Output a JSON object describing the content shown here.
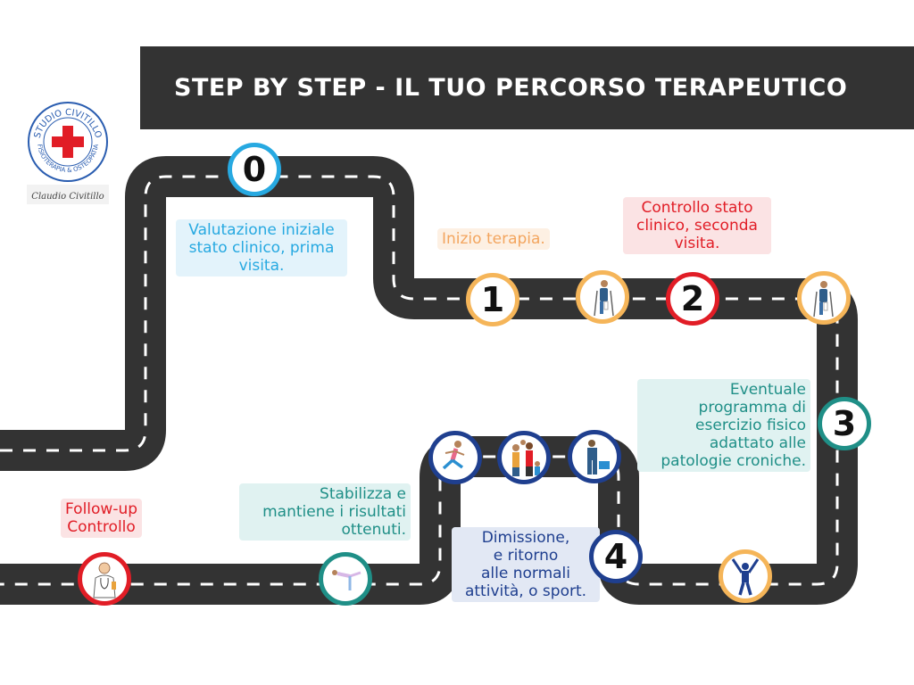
{
  "header": {
    "title": "STEP BY STEP - IL TUO PERCORSO TERAPEUTICO"
  },
  "logo": {
    "ring_text": "STUDIO CIVITILLO",
    "sub_text": "FISIOTERAPIA & OSTEOPATIA",
    "signature": "Claudio Civitillo"
  },
  "steps": [
    {
      "number": "0",
      "lines": [
        "Valutazione iniziale",
        "stato clinico, prima",
        "visita."
      ],
      "color": "#27a9e1"
    },
    {
      "number": "1",
      "lines": [
        "Inizio terapia."
      ],
      "color": "#f5b559"
    },
    {
      "number": "2",
      "lines": [
        "Controllo stato",
        "clinico, seconda",
        "visita."
      ],
      "color": "#e11d26"
    },
    {
      "number": "3",
      "lines": [
        "Eventuale",
        "programma di",
        "esercizio fisico",
        "adattato alle",
        "patologie croniche."
      ],
      "color": "#1f8f87"
    },
    {
      "number": "4",
      "lines": [
        "Dimissione,",
        "e ritorno",
        "alle normali",
        "attività, o sport."
      ],
      "color": "#1f3f8f"
    }
  ],
  "stabilize": {
    "lines": [
      "Stabilizza e",
      "mantiene i risultati",
      "ottenuti."
    ]
  },
  "followup": {
    "lines": [
      "Follow-up",
      "Controllo"
    ]
  },
  "icons": {
    "crutch1": "person-with-crutches-icon",
    "crutch2": "person-with-crutches-icon",
    "celebrate": "celebrating-person-icon",
    "runner": "running-woman-icon",
    "family": "family-icon",
    "worker": "worker-with-toolbox-icon",
    "yoga": "yoga-pose-icon",
    "doctor": "doctor-icon"
  }
}
